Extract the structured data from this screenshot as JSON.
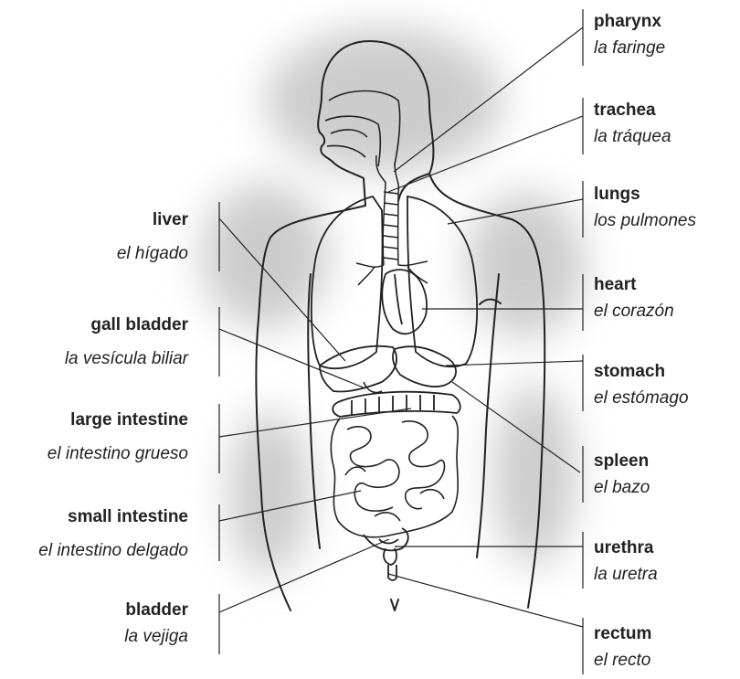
{
  "labels": {
    "pharynx": {
      "en": "pharynx",
      "es": "la faringe"
    },
    "trachea": {
      "en": "trachea",
      "es": "la tráquea"
    },
    "lungs": {
      "en": "lungs",
      "es": "los pulmones"
    },
    "heart": {
      "en": "heart",
      "es": "el corazón"
    },
    "stomach": {
      "en": "stomach",
      "es": "el estómago"
    },
    "spleen": {
      "en": "spleen",
      "es": "el bazo"
    },
    "urethra": {
      "en": "urethra",
      "es": "la uretra"
    },
    "rectum": {
      "en": "rectum",
      "es": "el recto"
    },
    "liver": {
      "en": "liver",
      "es": "el hígado"
    },
    "gall_bladder": {
      "en": "gall bladder",
      "es": "la vesícula biliar"
    },
    "large_intestine": {
      "en": "large intestine",
      "es": "el intestino grueso"
    },
    "small_intestine": {
      "en": "small intestine",
      "es": "el intestino delgado"
    },
    "bladder": {
      "en": "bladder",
      "es": "la vejiga"
    }
  },
  "colors": {
    "ink": "#222222",
    "shadow": "#c8c8c8"
  }
}
